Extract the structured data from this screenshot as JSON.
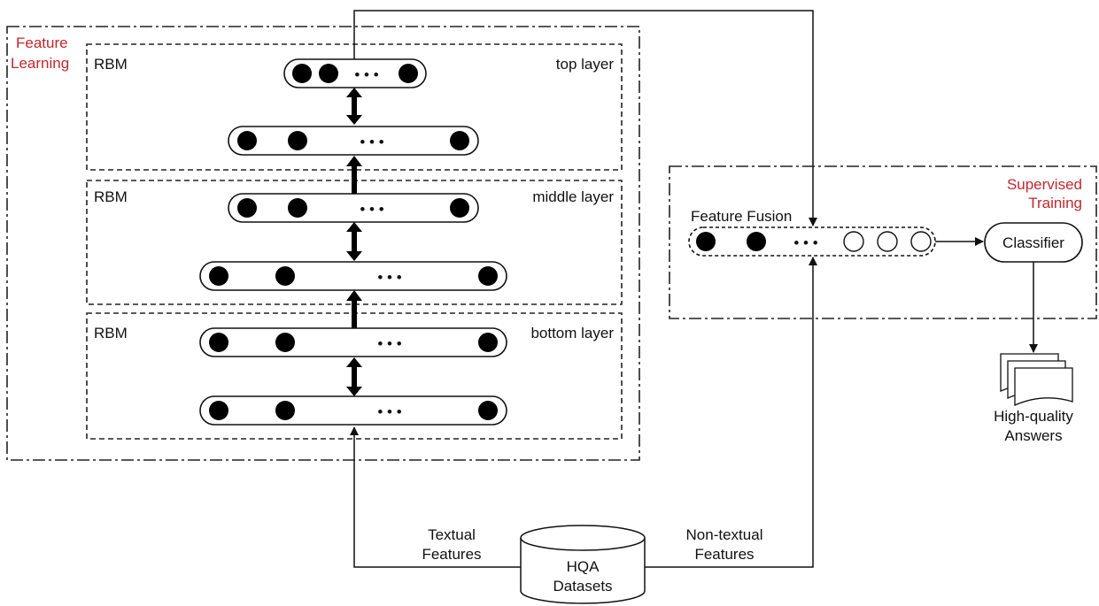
{
  "feature_learning": {
    "title_line1": "Feature",
    "title_line2": "Learning",
    "rbm_label": "RBM",
    "layers": {
      "top": "top layer",
      "middle": "middle layer",
      "bottom": "bottom layer"
    }
  },
  "supervised_training": {
    "title_line1": "Supervised",
    "title_line2": "Training",
    "feature_fusion": "Feature Fusion",
    "classifier": "Classifier"
  },
  "output": {
    "line1": "High-quality",
    "line2": "Answers"
  },
  "dataset": {
    "line1": "HQA",
    "line2": "Datasets"
  },
  "edges": {
    "textual_line1": "Textual",
    "textual_line2": "Features",
    "nontextual_line1": "Non-textual",
    "nontextual_line2": "Features"
  },
  "ellipsis": "• • •",
  "colors": {
    "accent_red": "#c0282d",
    "stroke": "#111111"
  }
}
